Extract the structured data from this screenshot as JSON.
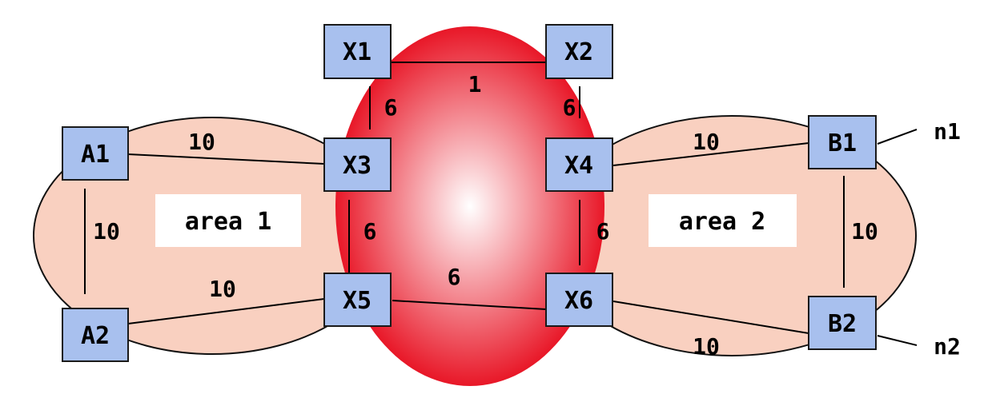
{
  "colors": {
    "area_fill": "#f9d0c0",
    "backbone_outer": "#e60012",
    "backbone_inner": "#ffffff",
    "node_fill": "#a8c0ee",
    "node_stroke": "#1a1a1a"
  },
  "areas": [
    {
      "id": "area1",
      "label": "area 1"
    },
    {
      "id": "area2",
      "label": "area 2"
    }
  ],
  "routers": [
    {
      "id": "X1",
      "label": "X1"
    },
    {
      "id": "X2",
      "label": "X2"
    },
    {
      "id": "X3",
      "label": "X3"
    },
    {
      "id": "X4",
      "label": "X4"
    },
    {
      "id": "X5",
      "label": "X5"
    },
    {
      "id": "X6",
      "label": "X6"
    },
    {
      "id": "A1",
      "label": "A1"
    },
    {
      "id": "A2",
      "label": "A2"
    },
    {
      "id": "B1",
      "label": "B1"
    },
    {
      "id": "B2",
      "label": "B2"
    }
  ],
  "links": [
    {
      "from": "X1",
      "to": "X2",
      "metric": "1"
    },
    {
      "from": "X1",
      "to": "X3",
      "metric": "6"
    },
    {
      "from": "X2",
      "to": "X4",
      "metric": "6"
    },
    {
      "from": "X3",
      "to": "X5",
      "metric": "6"
    },
    {
      "from": "X4",
      "to": "X6",
      "metric": "6"
    },
    {
      "from": "X5",
      "to": "X6",
      "metric": "6"
    },
    {
      "from": "A1",
      "to": "X3",
      "metric": "10"
    },
    {
      "from": "A1",
      "to": "A2",
      "metric": "10"
    },
    {
      "from": "A2",
      "to": "X5",
      "metric": "10"
    },
    {
      "from": "X4",
      "to": "B1",
      "metric": "10"
    },
    {
      "from": "B1",
      "to": "B2",
      "metric": "10"
    },
    {
      "from": "X6",
      "to": "B2",
      "metric": "10"
    }
  ],
  "external": [
    {
      "id": "n1",
      "label": "n1",
      "attached_to": "B1"
    },
    {
      "id": "n2",
      "label": "n2",
      "attached_to": "B2"
    }
  ]
}
